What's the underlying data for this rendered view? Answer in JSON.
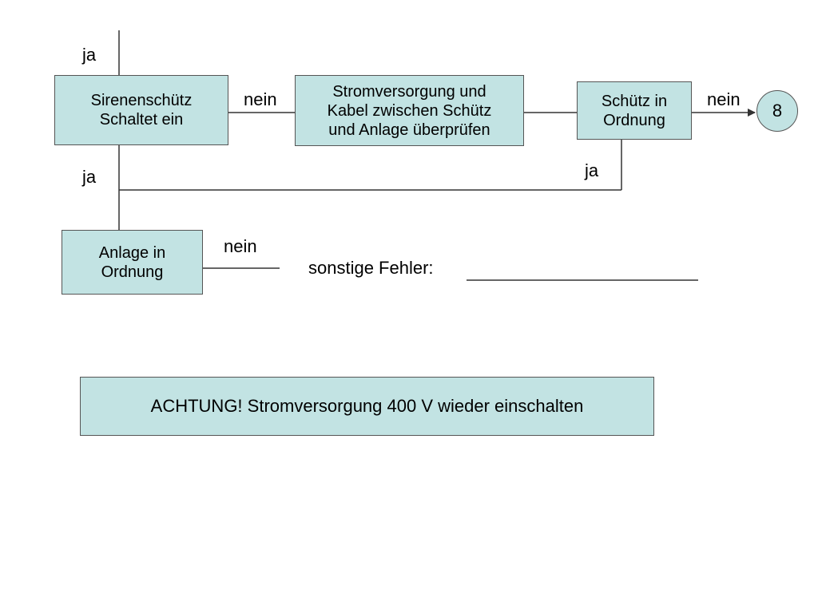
{
  "boxes": {
    "sirenenschuetz": "Sirenenschütz\nSchaltet ein",
    "stromversorgung": "Stromversorgung und\nKabel zwischen Schütz\nund Anlage überprüfen",
    "schuetz_ok": "Schütz in\nOrdnung",
    "anlage_ok": "Anlage in\nOrdnung",
    "achtung": "ACHTUNG! Stromversorgung 400 V wieder einschalten"
  },
  "connector": {
    "target_page": "8"
  },
  "labels": {
    "ja_top": "ja",
    "nein_1": "nein",
    "nein_2": "nein",
    "ja_right": "ja",
    "ja_left": "ja",
    "nein_anlage": "nein",
    "sonstige_fehler": "sonstige Fehler:"
  },
  "colors": {
    "box_fill": "#c2e3e3",
    "box_border": "#555555",
    "line": "#333333"
  }
}
